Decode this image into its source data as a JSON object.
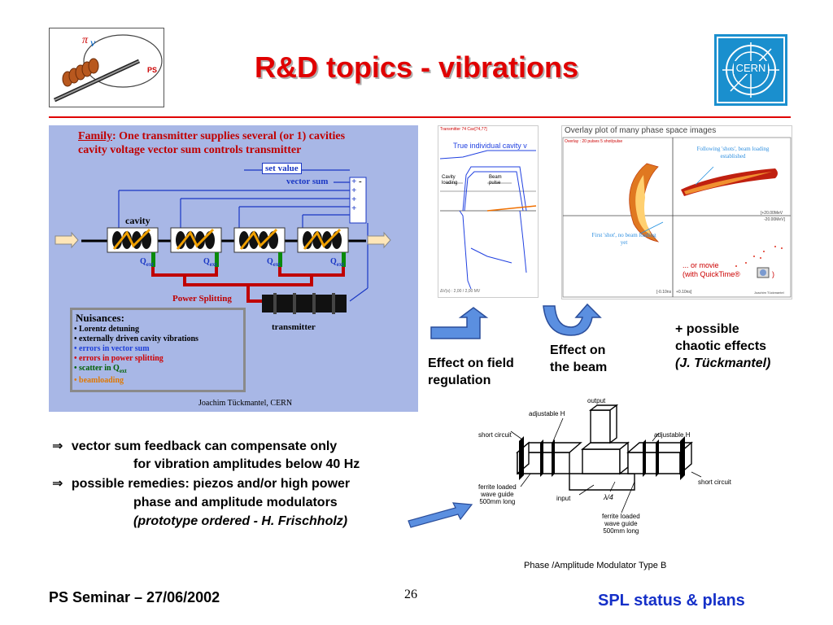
{
  "title": "R&D topics - vibrations",
  "logos": {
    "ps_text": "PS",
    "cern_text": "CERN"
  },
  "diagram": {
    "family_label": "Family",
    "family_text": ": One transmitter supplies several (or 1) cavities",
    "line2": "cavity voltage vector sum controls transmitter",
    "set_value": "set value",
    "vector_sum": "vector sum",
    "cavity": "cavity",
    "qext": "Q",
    "qext_sub": "ext",
    "power_splitting": "Power Splitting",
    "transmitter": "transmitter",
    "credit": "Joachim Tückmantel, CERN",
    "sum_signs": [
      "+",
      "-",
      "+",
      "+",
      "+"
    ]
  },
  "nuisances": {
    "heading": "Nuisances:",
    "items": [
      {
        "text": "• Lorentz detuning",
        "color": "#000000"
      },
      {
        "text": "• externally driven cavity vibrations",
        "color": "#000000"
      },
      {
        "text": "• errors in vector sum",
        "color": "#1f3fd8"
      },
      {
        "text": "• errors in power splitting",
        "color": "#d00000"
      },
      {
        "text": "• scatter in Q",
        "sub": "ext",
        "color": "#006000"
      },
      {
        "text": "• beamloading",
        "color": "#e07800"
      }
    ]
  },
  "scope": {
    "header": "Transmitter 74 Cav[74,77]",
    "curve_label": "True individual cavity v",
    "cavity_loading": "Cavity loading",
    "beam_pulse": "Beam pulse",
    "footer": "ΔV(s) : 2,00 / 2,00 MV"
  },
  "phase": {
    "title": "Overlay plot of many phase space images",
    "overlay": "Overlay : 20 pulses  5 shot/pulse",
    "following": "Following 'shots', beam loading established",
    "first_shot": "First 'shot', no beam loading yet",
    "movie1": "... or movie",
    "movie2": "(with QuickTime®",
    "movie_end": ")",
    "axis1": "[+20.00MeV",
    "axis2": "-20.00MeV]",
    "tick1": "[-0.10ns",
    "tick2": "+0.10ns]",
    "credit": "Joachim Tückmantel"
  },
  "labels": {
    "field_regulation": [
      "Effect on field",
      "regulation"
    ],
    "beam": [
      "Effect on",
      "the beam"
    ],
    "chaotic": [
      "+ possible",
      "chaotic effects",
      "(J. Tückmantel)"
    ]
  },
  "bullets": [
    {
      "arrow": "⇒",
      "line1": "vector sum feedback can compensate only",
      "line2": "for vibration amplitudes below 40 Hz"
    },
    {
      "arrow": "⇒",
      "line1": "possible remedies: piezos and/or high power",
      "line2": "phase and amplitude modulators",
      "line3": "(prototype ordered - H. Frischholz)"
    }
  ],
  "modulator": {
    "output": "output",
    "adjustable_h1": "adjustable H",
    "adjustable_h2": "adjustable H",
    "short_circuit1": "short circuit",
    "short_circuit2": "short circuit",
    "ferrite1": [
      "ferrite loaded",
      "wave guide",
      "500mm long"
    ],
    "ferrite2": [
      "ferrite loaded",
      "wave guide",
      "500mm long"
    ],
    "input": "input",
    "lambda": "λ/4",
    "caption": "Phase /Amplitude Modulator  Type B"
  },
  "footer": {
    "left": "PS Seminar – 27/06/2002",
    "page": "26",
    "right": "SPL status & plans"
  }
}
